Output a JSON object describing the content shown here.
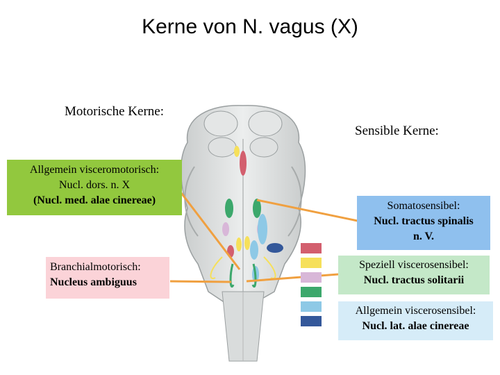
{
  "title": "Kerne von N. vagus (X)",
  "motor_heading": "Motorische Kerne:",
  "sensory_heading": "Sensible Kerne:",
  "boxes": {
    "visceromotor": {
      "line1": "Allgemein visceromotorisch:",
      "line2": "Nucl. dors. n. X",
      "line3": "(Nucl. med. alae cinereae)",
      "color": "#92c83e"
    },
    "branchiomotor": {
      "line1": "Branchialmotorisch:",
      "line2": "Nucleus ambiguus",
      "color": "#fbd3d8"
    },
    "somatosensory": {
      "line1": "Somatosensibel:",
      "line2": "Nucl. tractus spinalis",
      "line3": "n. V.",
      "color": "#8fc0ee"
    },
    "special_viscerosensory": {
      "line1": "Speziell viscerosensibel:",
      "line2": "Nucl. tractus solitarii",
      "color": "#c4e8c8"
    },
    "general_viscerosensory": {
      "line1": "Allgemein viscerosensibel:",
      "line2": "Nucl. lat. alae cinereae",
      "color": "#d6ecf8"
    }
  },
  "legend_colors": [
    "#d35f6e",
    "#f6e05a",
    "#d8b7d8",
    "#3ca86c",
    "#8ec9e6",
    "#34589a"
  ],
  "connector_color": "#f0a040"
}
